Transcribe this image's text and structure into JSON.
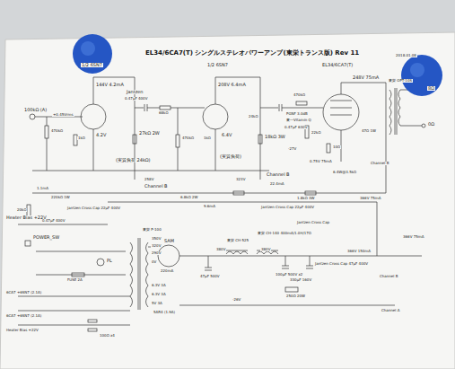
{
  "diagram": {
    "title": "EL34/6CA7(T) シングルステレオパワーアンプ(東栄トランス版) Rev 11",
    "labels": [
      "2018.01.08",
      "1/2 6SN7",
      "144V 4.2mA",
      "Jantzen",
      "0.47μF 400V",
      "100kΩ (A)",
      "+0.45Vrms",
      "470kΩ",
      "1kΩ",
      "4.2V",
      "27kΩ 2W",
      "68kΩ",
      "470kΩ",
      "(実質負荷 24kΩ)",
      "258V",
      "Channel B",
      "1/2 6SN7",
      "208V 6.4mA",
      "6.4V",
      "1kΩ",
      "(実質負荷)",
      "18kΩ 3W",
      "323V",
      "Channel B",
      "24kΩ",
      "470kΩ",
      "PGNF 3.0dB",
      "東一Vitamin Q",
      "0.47μF 630V",
      "22kΩ",
      "-27V",
      "EL34/6CA7(T)",
      "248V 75mA",
      "東栄 OPT-10S",
      "47Ω 1W",
      "0.75V 75mA",
      "10Ω",
      "6.4W@3.5kΩ",
      "Channel B",
      "8Ω",
      "0Ω",
      "1.1mA",
      "220kΩ 1W",
      "6.8kΩ 2W",
      "9.6mA",
      "22.4mA",
      "1.8kΩ 3W",
      "366V 75mA",
      "20kΩ",
      "Heater Bias +22V",
      "0.47μF 400V",
      "Jantzen Cross Cap 22μF 400V",
      "Jantzen Cross Cap 22μF 400V",
      "POWER_SW",
      "PL",
      "FUSE 2A",
      "6CA7 +6SN7 (2.1A)",
      "6CA7 +6SN7 (2.1A)",
      "Heater Bias +22V",
      "東栄 P-100",
      "350V",
      "320V",
      "290V",
      "0V",
      "6.3V 3A",
      "6.3V 3A",
      "5V 3A",
      "5AR4 (1.9A)",
      "100Ω x4",
      "SAM",
      "220mA",
      "47μF 500V",
      "380V",
      "東栄 CH-525",
      "380V",
      "東栄 CH-140 400mA/1.0H/17Ω",
      "100μF 500V x2",
      "Jantzen Cross Cap",
      "Jantzen Cross Cap 47μF 400V",
      "330μF 160V",
      "250Ω 20W",
      "366V 150mA",
      "-26V",
      "Channel B",
      "366V 75mA",
      "Channel A"
    ]
  }
}
